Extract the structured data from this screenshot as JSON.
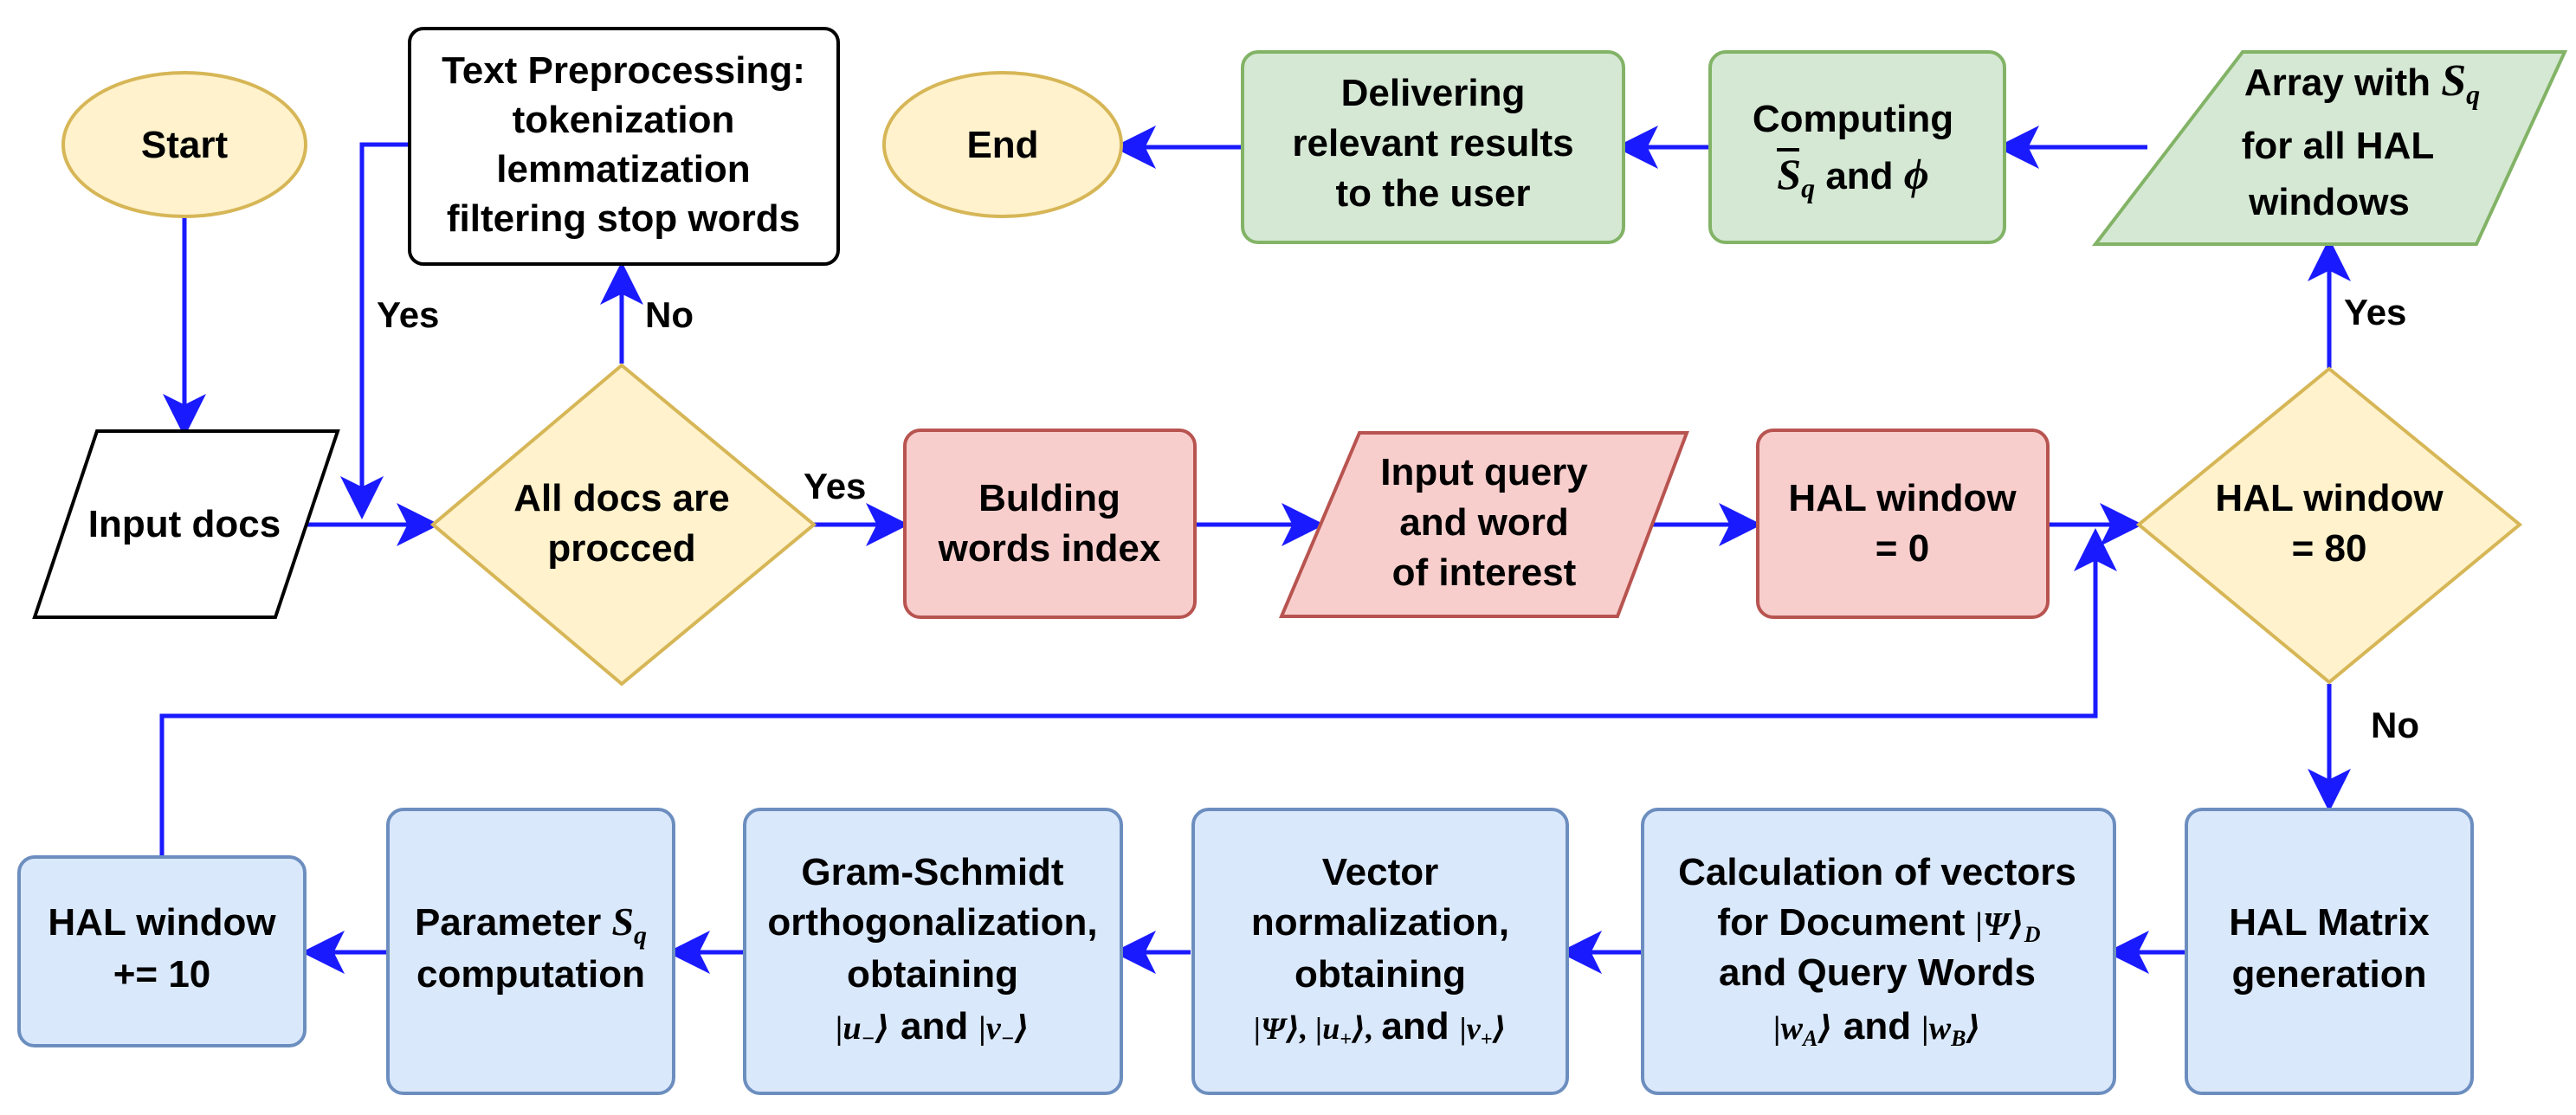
{
  "colors": {
    "arrow": "#1a1aff",
    "yellow_fill": "#fff2cc",
    "yellow_stroke": "#d6b656",
    "red_fill": "#f8cecc",
    "red_stroke": "#b85450",
    "green_fill": "#d5e8d4",
    "green_stroke": "#82b366",
    "blue_fill": "#dae8fc",
    "blue_stroke": "#6c8ebf",
    "white_fill": "#ffffff",
    "black_stroke": "#000000"
  },
  "nodes": {
    "start": "Start",
    "end": "End",
    "input_docs": "Input docs",
    "text_preprocessing": [
      "Text Preprocessing:",
      "tokenization",
      "lemmatization",
      "filtering stop words"
    ],
    "all_docs_processed": [
      "All docs are",
      "procced"
    ],
    "building_index": [
      "Bulding",
      "words index"
    ],
    "input_query": [
      "Input query",
      "and word",
      "of interest"
    ],
    "hal_window_zero": [
      "HAL  window",
      "= 0"
    ],
    "hal_window_80": [
      "HAL window",
      "= 80"
    ],
    "array_sq": {
      "line1_prefix": "Array with ",
      "line1_math": "S",
      "line1_sub": "q",
      "line2": "for all HAL",
      "line3": "windows"
    },
    "computing": {
      "line1": "Computing",
      "line2_math": "S",
      "line2_sub": "q",
      "line2_mid": " and ",
      "line2_phi": "ϕ"
    },
    "delivering": [
      "Delivering",
      "relevant results",
      "to the user"
    ],
    "hal_matrix": [
      "HAL Matrix",
      "generation"
    ],
    "calc_vectors": {
      "line1": "Calculation of vectors",
      "line2_prefix": "for Document ",
      "line2_math": "|Ψ⟩",
      "line2_sub": "D",
      "line3": "and Query Words",
      "line4_a": "|w",
      "line4_a_sub": "A",
      "line4_a_close": "⟩",
      "line4_mid": "  and  ",
      "line4_b": "|w",
      "line4_b_sub": "B",
      "line4_b_close": "⟩"
    },
    "vector_norm": {
      "line1": "Vector",
      "line2": "normalization,",
      "line3": "obtaining",
      "line4_math1": "|Ψ⟩, |u",
      "line4_sub1": "+",
      "line4_math1b": "⟩, ",
      "line4_mid": "and ",
      "line4_math2": "|v",
      "line4_sub2": "+",
      "line4_close": "⟩"
    },
    "gram_schmidt": {
      "line1": "Gram-Schmidt",
      "line2": "orthogonalization,",
      "line3": "obtaining",
      "line4_math1": "|u",
      "line4_sub1": "−",
      "line4_close1": "⟩",
      "line4_mid": " and ",
      "line4_math2": "|v",
      "line4_sub2": "−",
      "line4_close2": "⟩"
    },
    "parameter_sq": {
      "line1_prefix": "Parameter ",
      "line1_math": "S",
      "line1_sub": "q",
      "line2": "computation"
    },
    "hal_window_inc": [
      "HAL window",
      "+= 10"
    ]
  },
  "edge_labels": {
    "yes_to_index": "Yes",
    "no_to_preprocess": "No",
    "yes_loop": "Yes",
    "yes_to_array": "Yes",
    "no_to_matrix": "No"
  }
}
